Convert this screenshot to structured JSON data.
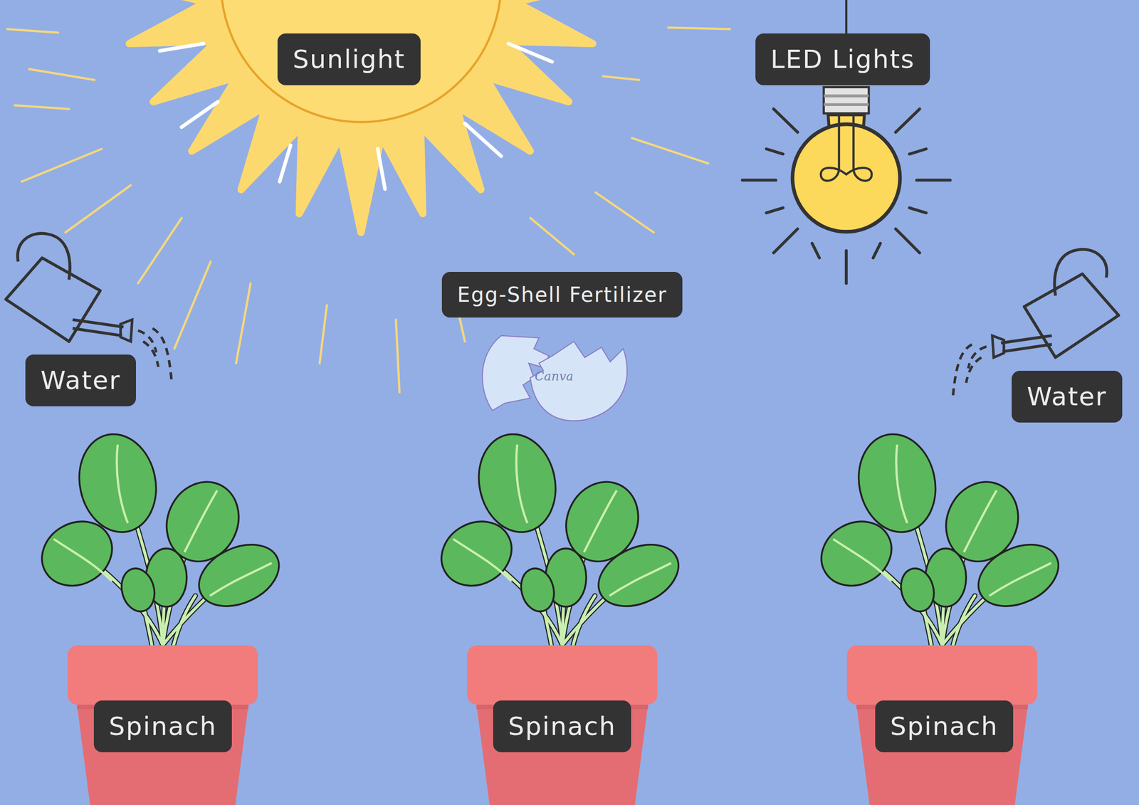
{
  "diagram": {
    "nodes": [
      {
        "text": [
          "Sunlight"
        ]
      },
      {
        "text": [
          "LED Lights"
        ]
      },
      {
        "text": [
          "Egg-Shell Fertilizer"
        ]
      },
      {
        "text": [
          "Water"
        ]
      },
      {
        "text": [
          "Water"
        ]
      },
      {
        "text": [
          "Spinach"
        ]
      },
      {
        "text": [
          "Spinach"
        ]
      },
      {
        "text": [
          "Spinach"
        ]
      }
    ],
    "labels": [
      "Canva"
    ]
  }
}
